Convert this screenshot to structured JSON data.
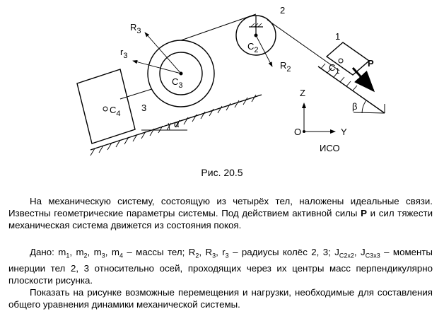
{
  "figure": {
    "labels": {
      "R3": "R",
      "R3_sub": "3",
      "r3": "r",
      "r3_sub": "3",
      "C3": "C",
      "C3_sub": "3",
      "n3": "3",
      "C4": "C",
      "C4_sub": "4",
      "alpha": "α",
      "n2": "2",
      "C2": "C",
      "C2_sub": "2",
      "R2": "R",
      "R2_sub": "2",
      "n1": "1",
      "C1": "C",
      "C1_sub": "1",
      "P": "P",
      "beta": "β",
      "Z": "Z",
      "O": "O",
      "Y": "Y",
      "iso": "ИСО"
    }
  },
  "caption": "Рис. 20.5",
  "text": {
    "p1_a": "На механическую систему, состоящую из четырёх тел, наложены идеальные связи. Известны геометрические параметры системы. Под действием активной силы ",
    "p1_bold": "P",
    "p1_b": " и сил тяжести механическая система движется из состояния покоя.",
    "p2": {
      "given": "Дано: m",
      "s1": "1",
      "c1": ", m",
      "s2": "2",
      "c2": ", m",
      "s3": "3",
      "c3": ", m",
      "s4": "4",
      "t1": " – массы тел; R",
      "sR2": "2",
      "c4": ", R",
      "sR3": "3",
      "c5": ", r",
      "sr3": "3",
      "t2": " – радиусы колёс 2, 3;  J",
      "sJ2": "C2x2",
      "c6": ", J",
      "sJ3": "C3x3",
      "t3": " – моменты инерции тел 2, 3 относительно осей, проходящих через их центры масс перпендикулярно плоскости рисунка."
    },
    "p3": "Показать на рисунке возможные перемещения и нагрузки, необходимые для составления общего уравнения динамики механической системы."
  }
}
